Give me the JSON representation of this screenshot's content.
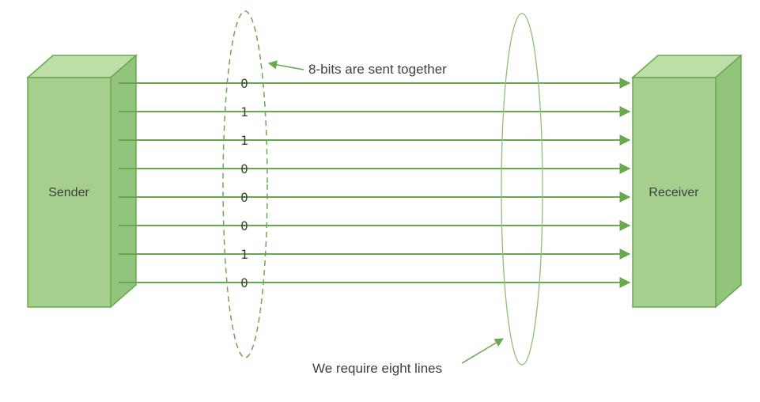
{
  "diagram": {
    "sender": {
      "label": "Sender"
    },
    "receiver": {
      "label": "Receiver"
    },
    "bits": [
      "0",
      "1",
      "1",
      "0",
      "0",
      "0",
      "1",
      "0"
    ],
    "annotations": {
      "top": "8-bits are sent together",
      "bottom": "We require eight lines"
    },
    "colors": {
      "box": "#a6ce8e",
      "box_top": "#bcdfa8",
      "box_side": "#93c47c",
      "border": "#6aa84f",
      "line": "#6aa84f",
      "ellipse_dashed": "#6aa84f",
      "ellipse_solid": "#8fbf77",
      "text": "#3f3f3f"
    }
  }
}
